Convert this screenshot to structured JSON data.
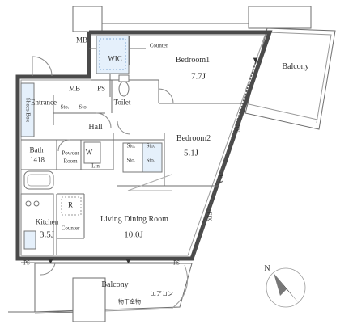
{
  "rooms": {
    "bedroom1": {
      "name": "Bedroom1",
      "size": "7.7J"
    },
    "bedroom2": {
      "name": "Bedroom2",
      "size": "5.1J"
    },
    "ldk": {
      "name": "Living Dining Room",
      "size": "10.0J"
    },
    "kitchen": {
      "name": "Kitchen",
      "size": "3.5J"
    },
    "bath": {
      "name": "Bath",
      "size": "1418"
    },
    "toilet": "Toilet",
    "powder_room_line1": "Powder",
    "powder_room_line2": "Room",
    "entrance": "Entrance",
    "hall": "Hall",
    "wic": "WIC",
    "balcony_upper": "Balcony",
    "balcony_lower": "Balcony"
  },
  "fixtures": {
    "mb_top": "MB",
    "mb_mid": "MB",
    "ps_top": "PS",
    "ps_left": "PS",
    "ps_right": "PS",
    "counter_top": "Counter",
    "counter_kitchen": "Counter",
    "shoes_box": "Shoes Box",
    "sto_1": "Sto.",
    "sto_2": "Sto.",
    "sto_3": "Sto.",
    "sto_4": "Sto.",
    "sto_5": "Sto.",
    "sto_6": "Sto.",
    "w": "W",
    "lin": "Lin",
    "r": "R",
    "fix_1": "FIX",
    "fix_2": "FIX",
    "fix_3": "FIX",
    "railing_note": "物干金物",
    "aircon": "エアコン"
  },
  "compass": {
    "letter": "N"
  }
}
